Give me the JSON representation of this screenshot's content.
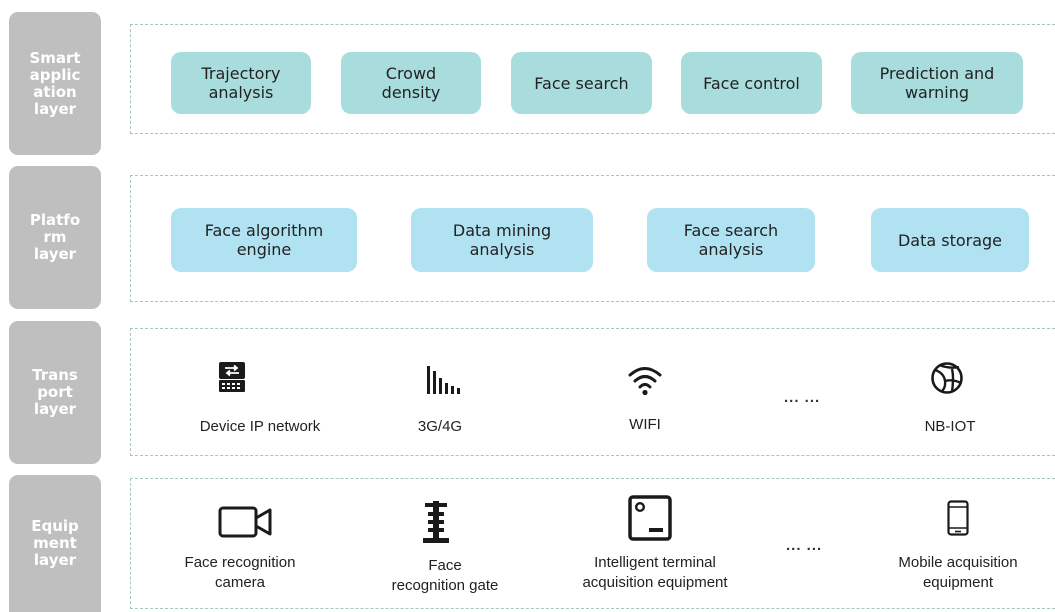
{
  "layers": [
    {
      "label": "Smart\napplic\nation\nlayer"
    },
    {
      "label": "Platfo\nrm\nlayer"
    },
    {
      "label": "Trans\nport\nlayer"
    },
    {
      "label": "Equip\nment\nlayer"
    }
  ],
  "application": {
    "boxes": [
      {
        "label": "Trajectory\nanalysis"
      },
      {
        "label": "Crowd\ndensity"
      },
      {
        "label": "Face search"
      },
      {
        "label": "Face control"
      },
      {
        "label": "Prediction  and\nwarning"
      }
    ]
  },
  "platform": {
    "boxes": [
      {
        "label": "Face algorithm\nengine"
      },
      {
        "label": "Data mining\nanalysis"
      },
      {
        "label": "Face search\nanalysis"
      },
      {
        "label": "Data storage"
      }
    ]
  },
  "transport": {
    "items": [
      {
        "label": "Device IP network",
        "icon": "network-switch-icon"
      },
      {
        "label": "3G/4G",
        "icon": "signal-bars-icon"
      },
      {
        "label": "WIFI",
        "icon": "wifi-icon"
      },
      {
        "label": "NB-IOT",
        "icon": "globe-icon"
      }
    ],
    "ellipsis": "... ..."
  },
  "equipment": {
    "items": [
      {
        "label": "Face recognition\ncamera",
        "icon": "video-camera-icon"
      },
      {
        "label": "Face\nrecognition gate",
        "icon": "gate-icon"
      },
      {
        "label": "Intelligent terminal\nacquisition equipment",
        "icon": "terminal-icon"
      },
      {
        "label": "Mobile acquisition\nequipment",
        "icon": "mobile-phone-icon"
      }
    ],
    "ellipsis": "... ..."
  }
}
